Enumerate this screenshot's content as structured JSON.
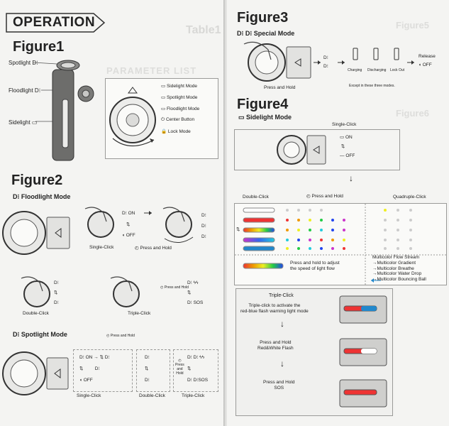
{
  "left_page": {
    "section_title": "OPERATION",
    "figure1": {
      "title": "Figure1",
      "labels": {
        "spotlight": "Spotlight",
        "floodlight": "Floodlight",
        "sidelight": "Sidelight"
      },
      "legend": [
        "Sidelight Mode",
        "Spotlight Mode",
        "Floodlight Mode",
        "Center Button",
        "Lock Mode"
      ]
    },
    "figure2": {
      "title": "Figure2",
      "floodlight_heading": "Floodlight Mode",
      "on": "ON",
      "off": "OFF",
      "single_click": "Single-Click",
      "press_and_hold": "Press and Hold",
      "double_click": "Double-Click",
      "triple_click": "Triple-Click",
      "press_and_hold_short": "Press and Hold",
      "sos": "SOS",
      "spotlight_heading": "Spotlight Mode",
      "spot_press_and_hold": "Press and Hold",
      "spot_on": "ON",
      "spot_off": "OFF",
      "spot_single_click": "Single-Click",
      "spot_double_click": "Double-Click",
      "spot_triple_click": "Triple-Click",
      "spot_press": "Press",
      "spot_and": "and",
      "spot_hold": "Hold",
      "spot_sos": "SOS"
    },
    "bleed": {
      "table1": "Table1",
      "params": "PARAMETER LIST"
    }
  },
  "right_page": {
    "figure3": {
      "title": "Figure3",
      "heading": "Special Mode",
      "press_and_hold": "Press and Hold",
      "release": "Release",
      "off": "OFF",
      "status": [
        "Charging",
        "Discharging",
        "Lock Out"
      ],
      "note": "Except in these three modes."
    },
    "figure4": {
      "title": "Figure4",
      "heading": "Sidelight Mode",
      "single_click": "Single-Click",
      "on": "ON",
      "off": "OFF",
      "double_click": "Double-Click",
      "press_and_hold": "Press and Hold",
      "quadruple_click": "Quadruple-Click",
      "adjust_line1": "Press and hold to adjust",
      "adjust_line2": "the speed of light flow",
      "multicolor": [
        "Multicolor Flow Stream",
        "→Multicolor Gradient",
        "→Multicolor Breathe",
        "→Multicolor Water Drop",
        "→Multicolor Bouncing Ball"
      ],
      "triple_click": "Triple-Click",
      "triple_desc_line1": "Triple-click to activate the",
      "triple_desc_line2": "red-blue flash warning light mode",
      "press_hold_flash_1": "Press and Hold",
      "press_hold_flash_2": "Red&White Flash",
      "press_hold_sos_1": "Press and Hold",
      "press_hold_sos_2": "SOS"
    },
    "bleed": {
      "figure5": "Figure5",
      "figure6": "Figure6"
    }
  }
}
